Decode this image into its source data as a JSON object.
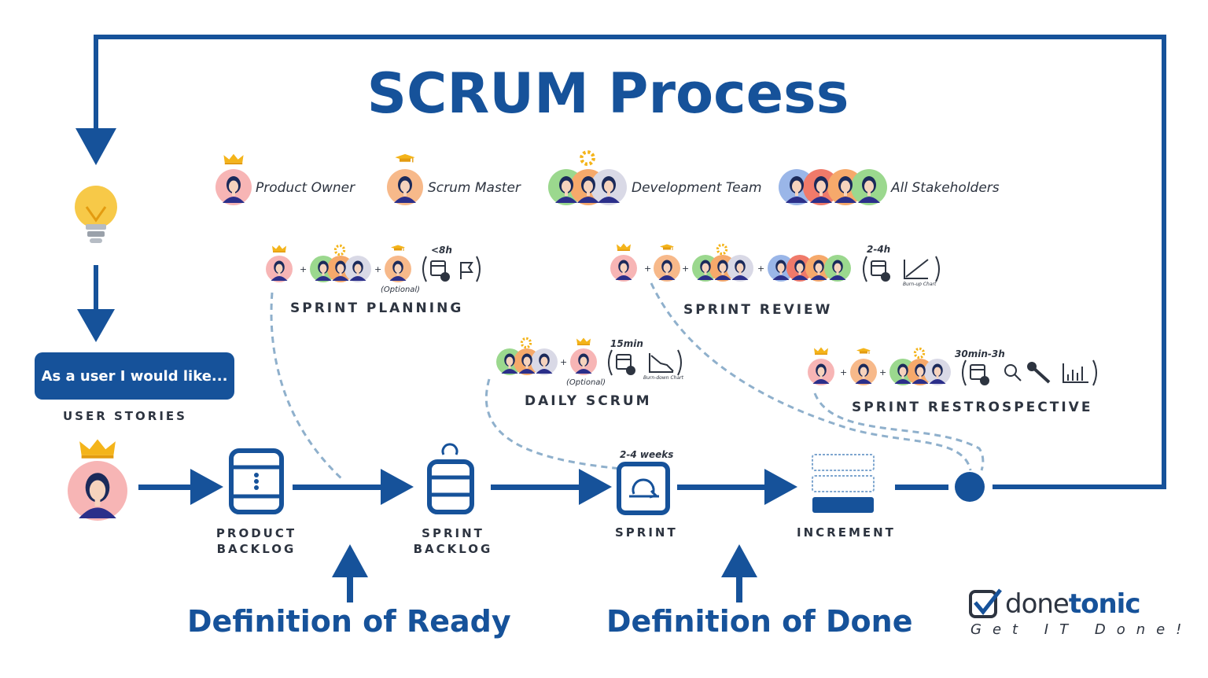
{
  "title": "SCRUM Process",
  "roles": {
    "product_owner": "Product Owner",
    "scrum_master": "Scrum Master",
    "development_team": "Development Team",
    "all_stakeholders": "All Stakeholders"
  },
  "user_story_box": "As a user I would like...",
  "user_stories_label": "USER STORIES",
  "artifacts": {
    "product_backlog": [
      "PRODUCT",
      "BACKLOG"
    ],
    "sprint_backlog": [
      "SPRINT",
      "BACKLOG"
    ],
    "sprint": "SPRINT",
    "increment": "INCREMENT",
    "sprint_duration": "2-4 weeks"
  },
  "events": {
    "sprint_planning": {
      "label": "SPRINT PLANNING",
      "duration": "<8h",
      "optional": "(Optional)"
    },
    "daily_scrum": {
      "label": "DAILY SCRUM",
      "duration": "15min",
      "optional": "(Optional)",
      "chart": "Burn-down Chart"
    },
    "sprint_review": {
      "label": "SPRINT REVIEW",
      "duration": "2-4h",
      "chart": "Burn-up Chart"
    },
    "sprint_retrospective": {
      "label": "SPRINT RESTROSPECTIVE",
      "duration": "30min-3h"
    }
  },
  "definitions": {
    "ready": "Definition of Ready",
    "done": "Definition of Done"
  },
  "brand": {
    "name_light": "done",
    "name_bold": "tonic",
    "tagline": "Get IT Done!"
  },
  "colors": {
    "primary": "#16529a",
    "text": "#2d3440",
    "dashed": "#8fb0cc",
    "crown": "#f4b41a",
    "bulb": "#f7c948"
  }
}
